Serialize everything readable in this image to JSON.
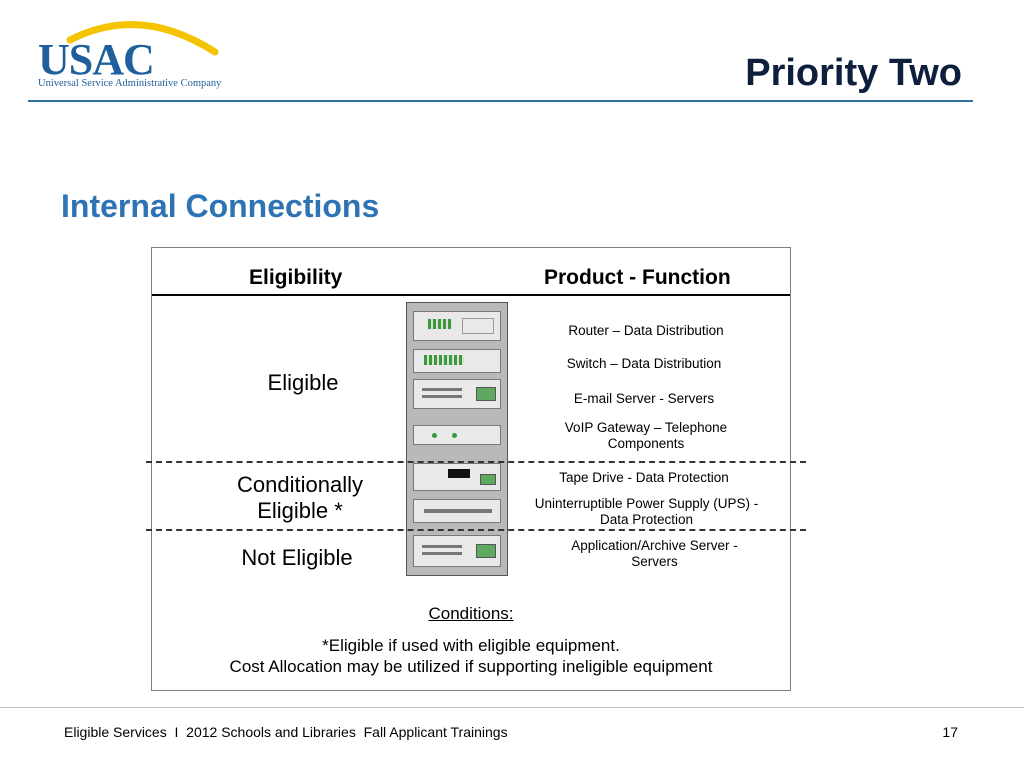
{
  "header": {
    "logo_text": "USAC",
    "logo_subtext": "Universal Service Administrative Company",
    "title": "Priority Two"
  },
  "subtitle": "Internal Connections",
  "diagram": {
    "col_eligibility": "Eligibility",
    "col_product": "Product - Function",
    "eligibility_levels": {
      "eligible": "Eligible",
      "conditional_1": "Conditionally",
      "conditional_2": "Eligible *",
      "not_eligible": "Not Eligible"
    },
    "functions": {
      "f1": "Router – Data Distribution",
      "f2": "Switch – Data Distribution",
      "f3": "E-mail Server - Servers",
      "f4a": "VoIP Gateway – Telephone",
      "f4b": "Components",
      "f5": "Tape Drive - Data Protection",
      "f6a": "Uninterruptible Power Supply (UPS) -",
      "f6b": "Data Protection",
      "f7a": "Application/Archive Server -",
      "f7b": "Servers"
    },
    "conditions_heading": "Conditions:",
    "condition_1": "*Eligible if used with eligible equipment.",
    "condition_2": "Cost Allocation may be utilized if supporting ineligible equipment"
  },
  "footer": {
    "text": "Eligible Services  I  2012 Schools and Libraries  Fall Applicant Trainings",
    "page_number": "17"
  },
  "colors": {
    "brand_blue": "#1f5f9c",
    "logo_arc": "#f5c400",
    "subtitle_blue": "#2e74b5",
    "title_navy": "#0d1f3c"
  }
}
